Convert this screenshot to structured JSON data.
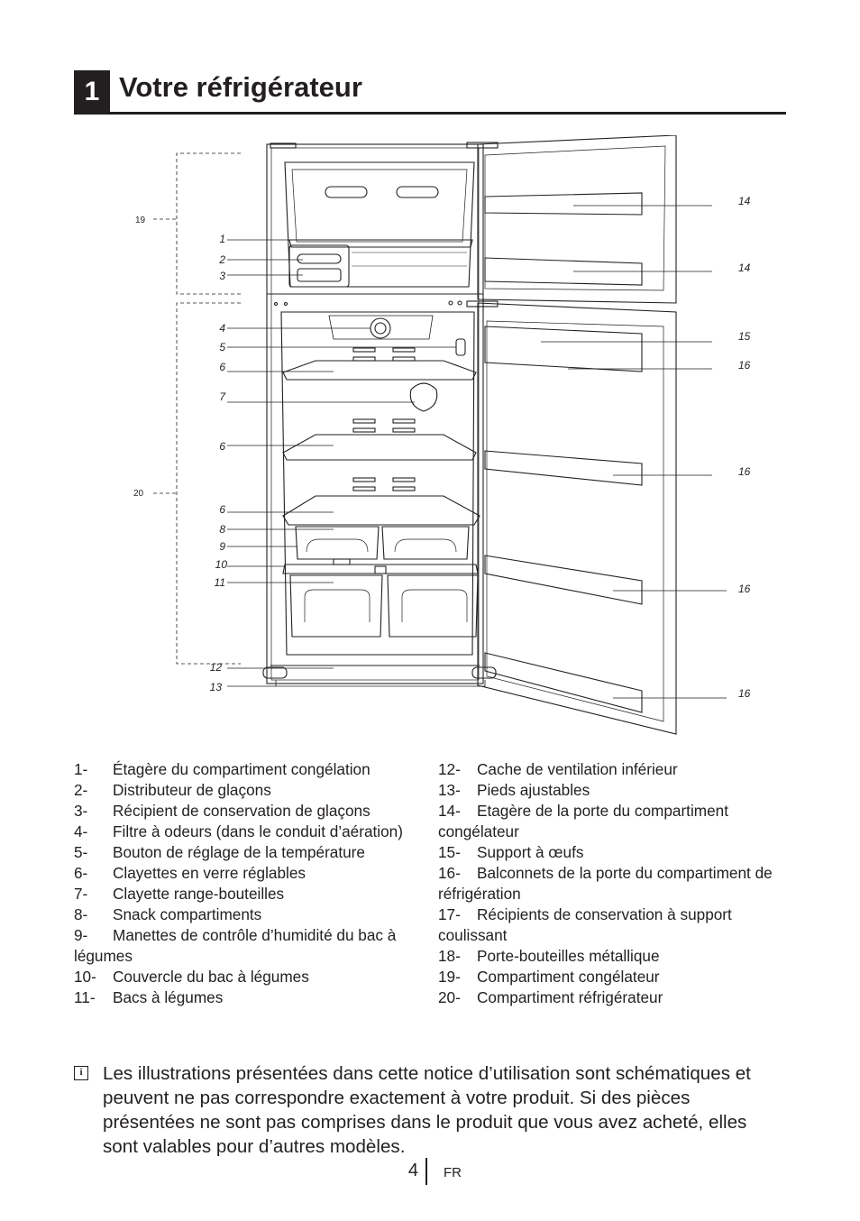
{
  "heading": {
    "number": "1",
    "title": "Votre réfrigérateur"
  },
  "callouts": {
    "c1": "1",
    "c2": "2",
    "c3": "3",
    "c4": "4",
    "c5": "5",
    "c6a": "6",
    "c7": "7",
    "c6b": "6",
    "c6c": "6",
    "c8": "8",
    "c9": "9",
    "c10": "10",
    "c11": "11",
    "c12": "12",
    "c13": "13",
    "c14a": "14",
    "c14b": "14",
    "c15": "15",
    "c16a": "16",
    "c16b": "16",
    "c16c": "16",
    "c16d": "16",
    "c19": "19",
    "c20": "20"
  },
  "legend_left": [
    {
      "num": "1-",
      "text": "Étagère du compartiment congélation"
    },
    {
      "num": "2-",
      "text": "Distributeur de glaçons"
    },
    {
      "num": "3-",
      "text": "Récipient de conservation de glaçons"
    },
    {
      "num": "4-",
      "text": "Filtre à odeurs (dans le conduit d’aération)"
    },
    {
      "num": "5-",
      "text": "Bouton de réglage de la température"
    },
    {
      "num": "6-",
      "text": "Clayettes en verre réglables"
    },
    {
      "num": "7-",
      "text": "Clayette range-bouteilles"
    },
    {
      "num": "8-",
      "text": "Snack compartiments"
    },
    {
      "num": "9-",
      "text": "Manettes de contrôle d’humidité du bac à légumes"
    },
    {
      "num": "10-",
      "text": "Couvercle du bac à légumes"
    },
    {
      "num": "11-",
      "text": "Bacs à légumes"
    }
  ],
  "legend_right": [
    {
      "num": "12-",
      "text": "Cache de ventilation inférieur"
    },
    {
      "num": "13-",
      "text": "Pieds ajustables"
    },
    {
      "num": "14-",
      "text": "Etagère de la porte du compartiment congélateur"
    },
    {
      "num": "15-",
      "text": "Support à œufs"
    },
    {
      "num": "16-",
      "text": "Balconnets de la porte du compartiment de réfrigération"
    },
    {
      "num": "17-",
      "text": "Récipients de conservation à support coulissant"
    },
    {
      "num": "18-",
      "text": "Porte-bouteilles métallique"
    },
    {
      "num": "19-",
      "text": "Compartiment congélateur"
    },
    {
      "num": "20-",
      "text": "Compartiment réfrigérateur"
    }
  ],
  "note": {
    "icon": "info-icon",
    "text": "Les illustrations présentées dans cette notice d’utilisation sont schématiques et peuvent ne pas correspondre exactement à votre produit. Si des pièces présentées ne sont pas comprises dans le produit que vous avez acheté, elles sont valables pour d’autres modèles."
  },
  "footer": {
    "page": "4",
    "lang": "FR"
  }
}
